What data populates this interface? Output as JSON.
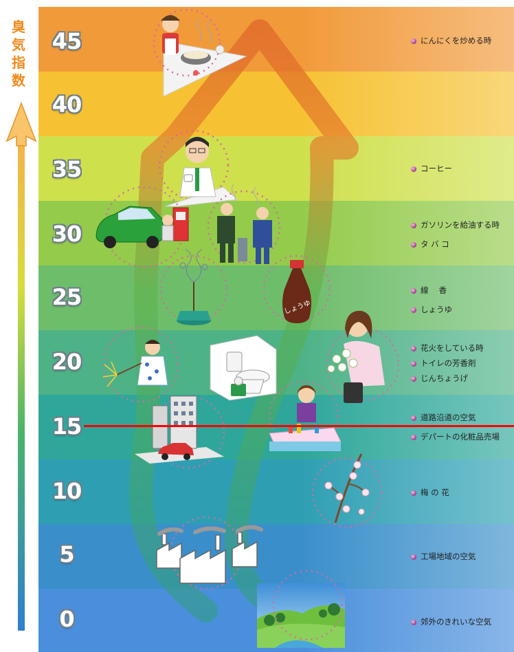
{
  "axis": {
    "title_chars": [
      "臭",
      "気",
      "指",
      "数"
    ],
    "color": "#f08a1c"
  },
  "ticks": [
    "45",
    "40",
    "35",
    "30",
    "25",
    "20",
    "15",
    "10",
    "5",
    "0"
  ],
  "band_colors": [
    "#f19a3a",
    "#f6c233",
    "#cfe04d",
    "#94cb4b",
    "#6ebd6b",
    "#4eb287",
    "#2ea79a",
    "#2e9fb3",
    "#3a8fcb",
    "#4a8fdc"
  ],
  "labels": [
    {
      "text": "にんにくを炒める時"
    },
    {
      "text": "コーヒー"
    },
    {
      "text": "ガソリンを給油する時"
    },
    {
      "text": "タ バ コ"
    },
    {
      "text": "線　 香"
    },
    {
      "text": "しょうゆ"
    },
    {
      "text": "花火をしている時"
    },
    {
      "text": "トイレの芳香剤"
    },
    {
      "text": "じんちょうげ"
    },
    {
      "text": "道路沿道の空気"
    },
    {
      "text": "デパートの化粧品売場"
    },
    {
      "text": "梅 の 花"
    },
    {
      "text": "工場地域の空気"
    },
    {
      "text": "郊外のきれいな空気"
    }
  ],
  "illustration_icons": [
    "garlic-cooking-icon",
    "coffee-man-icon",
    "car-gasoline-icon",
    "smokers-icon",
    "incense-icon",
    "soy-sauce-bottle-icon",
    "fireworks-child-icon",
    "toilet-icon",
    "daphne-flower-woman-icon",
    "city-road-icon",
    "cosmetics-counter-icon",
    "plum-blossom-icon",
    "factory-icon",
    "countryside-icon"
  ],
  "soy_bottle_text": "しょうゆ",
  "marker_color": "#ff0000"
}
